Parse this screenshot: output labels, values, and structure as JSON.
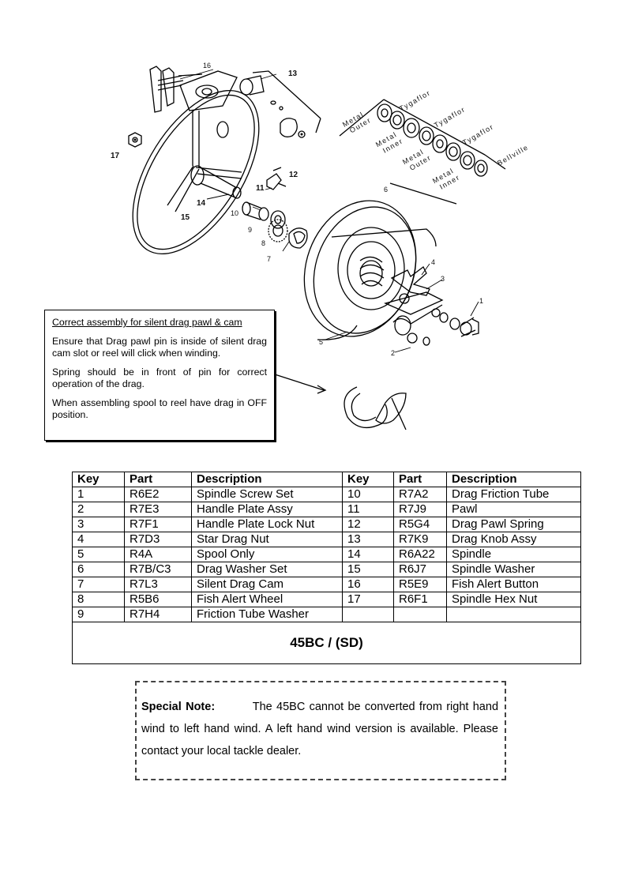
{
  "diagram": {
    "part_labels": {
      "p1": "1",
      "p2": "2",
      "p3": "3",
      "p4": "4",
      "p5": "5",
      "p6": "6",
      "p7": "7",
      "p8": "8",
      "p9": "9",
      "p10": "10",
      "p11": "11",
      "p12": "12",
      "p13": "13",
      "p14": "14",
      "p15": "15",
      "p16": "16",
      "p17": "17"
    },
    "washer_labels": {
      "metal_outer_1": [
        "Metal",
        "Outer"
      ],
      "tygaflor_1": "Tygaflor",
      "metal_inner_1": [
        "Metal",
        "Inner"
      ],
      "tygaflor_2": "Tygaflor",
      "metal_outer_2": [
        "Metal",
        "Outer"
      ],
      "tygaflor_3": "Tygaflor",
      "metal_inner_2": [
        "Metal",
        "Inner"
      ],
      "bellville": "Bellville"
    }
  },
  "assembly_note": {
    "title": "Correct assembly for silent drag pawl & cam",
    "paragraphs": [
      "Ensure that Drag pawl pin is inside of silent drag cam slot or reel will click when winding.",
      "Spring should be in front of pin for correct operation of the drag.",
      "When assembling spool to reel have drag in OFF position."
    ]
  },
  "parts_table": {
    "headers": [
      "Key",
      "Part",
      "Description",
      "Key",
      "Part",
      "Description"
    ],
    "rows": [
      [
        "1",
        "R6E2",
        "Spindle Screw Set",
        "10",
        "R7A2",
        "Drag Friction Tube"
      ],
      [
        "2",
        "R7E3",
        "Handle Plate Assy",
        "11",
        "R7J9",
        "Pawl"
      ],
      [
        "3",
        "R7F1",
        "Handle Plate Lock Nut",
        "12",
        "R5G4",
        "Drag Pawl Spring"
      ],
      [
        "4",
        "R7D3",
        "Star Drag Nut",
        "13",
        "R7K9",
        "Drag Knob Assy"
      ],
      [
        "5",
        "R4A",
        "Spool Only",
        "14",
        "R6A22",
        "Spindle"
      ],
      [
        "6",
        "R7B/C3",
        "Drag Washer Set",
        "15",
        "R6J7",
        "Spindle Washer"
      ],
      [
        "7",
        "R7L3",
        "Silent Drag Cam",
        "16",
        "R5E9",
        "Fish Alert Button"
      ],
      [
        "8",
        "R5B6",
        "Fish Alert Wheel",
        "17",
        "R6F1",
        "Spindle Hex Nut"
      ],
      [
        "9",
        "R7H4",
        "Friction Tube Washer",
        "",
        "",
        ""
      ]
    ],
    "model": "45BC / (SD)"
  },
  "special_note": {
    "label": "Special Note:",
    "text": "The 45BC cannot be converted from right hand wind to left hand wind.   A left hand wind version is available.   Please contact your local tackle dealer."
  }
}
